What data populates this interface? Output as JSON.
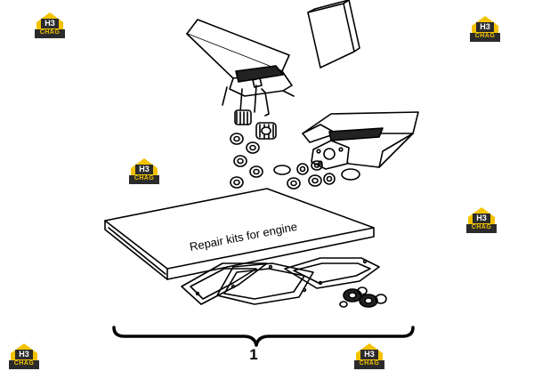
{
  "diagram": {
    "box_label": "Repair kits for engine",
    "item_number": "1"
  },
  "watermark": {
    "mark": "H3",
    "brand": "CHAG",
    "colors": {
      "yellow": "#f2c200",
      "dark": "#2b2b2b"
    }
  }
}
